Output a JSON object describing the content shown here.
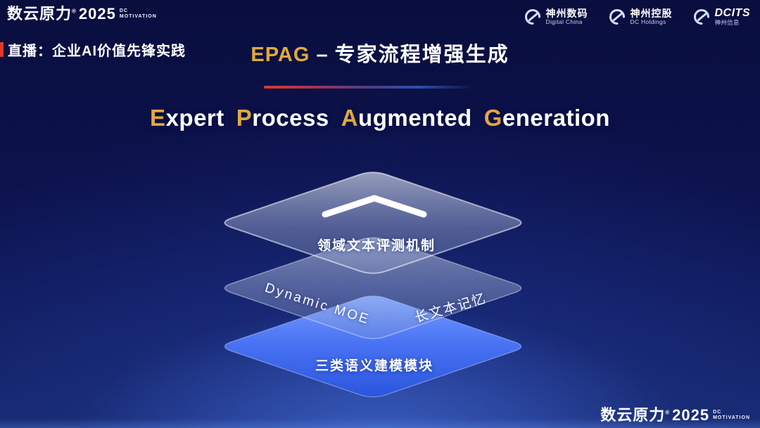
{
  "colors": {
    "background_top": "#0a0e3e",
    "background_bottom": "#16296f",
    "accent_gold": "#e2a93c",
    "accent_red": "#e0392d",
    "layer_blue": "#3f6cf0",
    "glass_layer": "rgba(210,225,250,0.38)",
    "text_white": "#ffffff",
    "partner_text": "#c2d4f5"
  },
  "brand": {
    "name": "数云原力",
    "reg": "®",
    "year": "2025",
    "dc": "DC",
    "motivation": "MOTIVATION"
  },
  "live": {
    "text": "直播：企业AI价值先锋实践"
  },
  "partners": [
    {
      "primary": "神州数码",
      "secondary": "Digital China"
    },
    {
      "primary": "神州控股",
      "secondary": "DC Holdings"
    },
    {
      "primary": "DCITS",
      "secondary": "神州信息"
    }
  ],
  "title": {
    "acronym": "EPAG",
    "separator": "–",
    "cn": "专家流程增强生成"
  },
  "subtitle": {
    "words": [
      {
        "first": "E",
        "rest": "xpert"
      },
      {
        "first": "P",
        "rest": "rocess"
      },
      {
        "first": "A",
        "rest": "ugmented"
      },
      {
        "first": "G",
        "rest": "eneration"
      }
    ]
  },
  "diagram": {
    "layer_top": {
      "label": "领域文本评测机制",
      "icon": "chevron-up"
    },
    "layer_middle": {
      "left_label": "Dynamic MOE",
      "right_label": "长文本记忆"
    },
    "layer_bottom": {
      "label": "三类语义建模模块"
    }
  },
  "icons": {
    "layer_top_icon": "chevron-up",
    "partner_mark": "circular-swoosh"
  }
}
